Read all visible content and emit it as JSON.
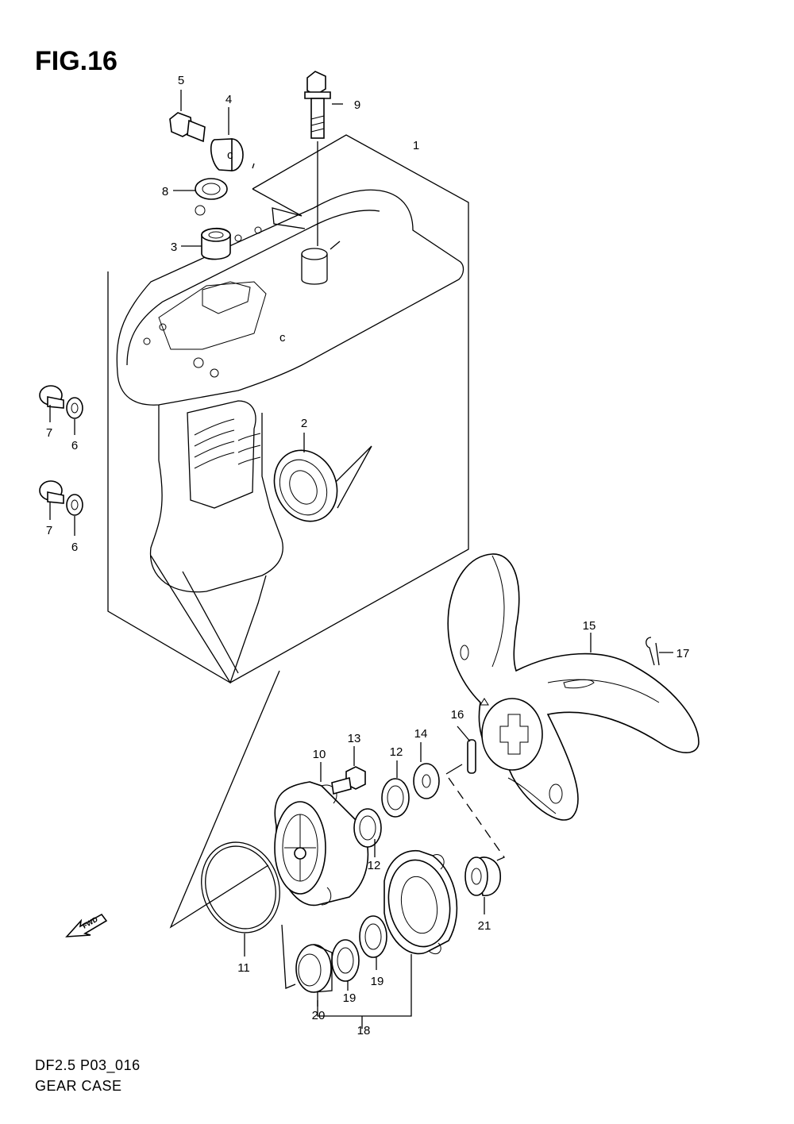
{
  "figure": {
    "title": "FIG.16",
    "code": "DF2.5 P03_016",
    "name": "GEAR CASE",
    "direction_label": "FWD"
  },
  "callouts": [
    {
      "id": "c1",
      "label": "1"
    },
    {
      "id": "c2",
      "label": "2"
    },
    {
      "id": "c3",
      "label": "3"
    },
    {
      "id": "c4",
      "label": "4"
    },
    {
      "id": "c5",
      "label": "5"
    },
    {
      "id": "c6a",
      "label": "6"
    },
    {
      "id": "c6b",
      "label": "6"
    },
    {
      "id": "c7a",
      "label": "7"
    },
    {
      "id": "c7b",
      "label": "7"
    },
    {
      "id": "c8",
      "label": "8"
    },
    {
      "id": "c9",
      "label": "9"
    },
    {
      "id": "c10",
      "label": "10"
    },
    {
      "id": "c11",
      "label": "11"
    },
    {
      "id": "c12a",
      "label": "12"
    },
    {
      "id": "c12b",
      "label": "12"
    },
    {
      "id": "c13",
      "label": "13"
    },
    {
      "id": "c14",
      "label": "14"
    },
    {
      "id": "c15",
      "label": "15"
    },
    {
      "id": "c16",
      "label": "16"
    },
    {
      "id": "c17",
      "label": "17"
    },
    {
      "id": "c18",
      "label": "18"
    },
    {
      "id": "c19a",
      "label": "19"
    },
    {
      "id": "c19b",
      "label": "19"
    },
    {
      "id": "c20",
      "label": "20"
    },
    {
      "id": "c21",
      "label": "21"
    }
  ]
}
